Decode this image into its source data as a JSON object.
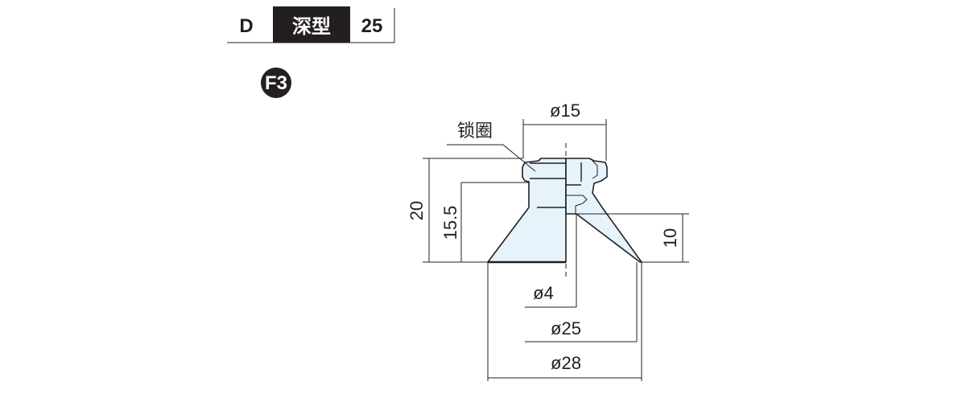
{
  "header": {
    "series_letter": "D",
    "type_label": "深型",
    "size": "25"
  },
  "model_badge": "F3",
  "callout": {
    "lock_ring": "锁圈"
  },
  "dimensions": {
    "top_diameter": "ø15",
    "total_height": "20",
    "body_height": "15.5",
    "cup_height": "10",
    "bore_diameter": "ø4",
    "inner_diameter": "ø25",
    "outer_diameter": "ø28"
  },
  "colors": {
    "ink": "#231f20",
    "fill": "#e6f3fb"
  }
}
